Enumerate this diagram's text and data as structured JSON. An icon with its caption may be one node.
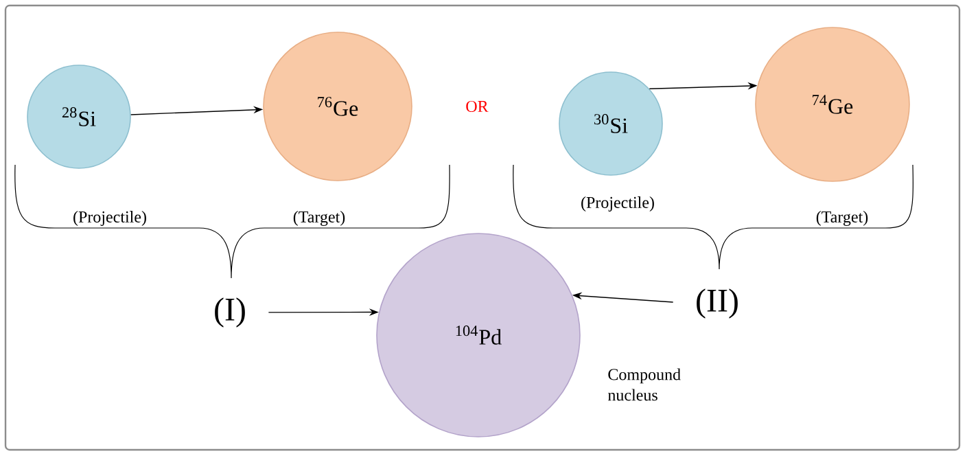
{
  "diagram": {
    "nodes": [
      {
        "text": [
          "$^{28}$Si"
        ],
        "beside": [
          "(Projectile)"
        ]
      },
      {
        "text": [
          "$^{76}$Ge"
        ],
        "beside": [
          "(Target)"
        ]
      },
      {
        "text": [
          "$^{30}$Si"
        ],
        "beside": [
          "(Projectile)"
        ]
      },
      {
        "text": [
          "$^{74}$Ge"
        ],
        "beside": [
          "(Target)"
        ]
      },
      {
        "text": [
          "(I)"
        ]
      },
      {
        "text": [
          "(II)"
        ]
      },
      {
        "text": [
          "$^{104}$Pd"
        ],
        "beside": [
          "Compound nucleus"
        ]
      }
    ],
    "edges": [
      {
        "from": 0,
        "to": 1,
        "arrow": "to"
      },
      {
        "from": 2,
        "to": 3,
        "arrow": "to"
      },
      {
        "from": 4,
        "to": 6,
        "arrow": "to"
      },
      {
        "from": 5,
        "to": 6,
        "arrow": "to"
      }
    ],
    "labels": [
      "OR"
    ]
  }
}
